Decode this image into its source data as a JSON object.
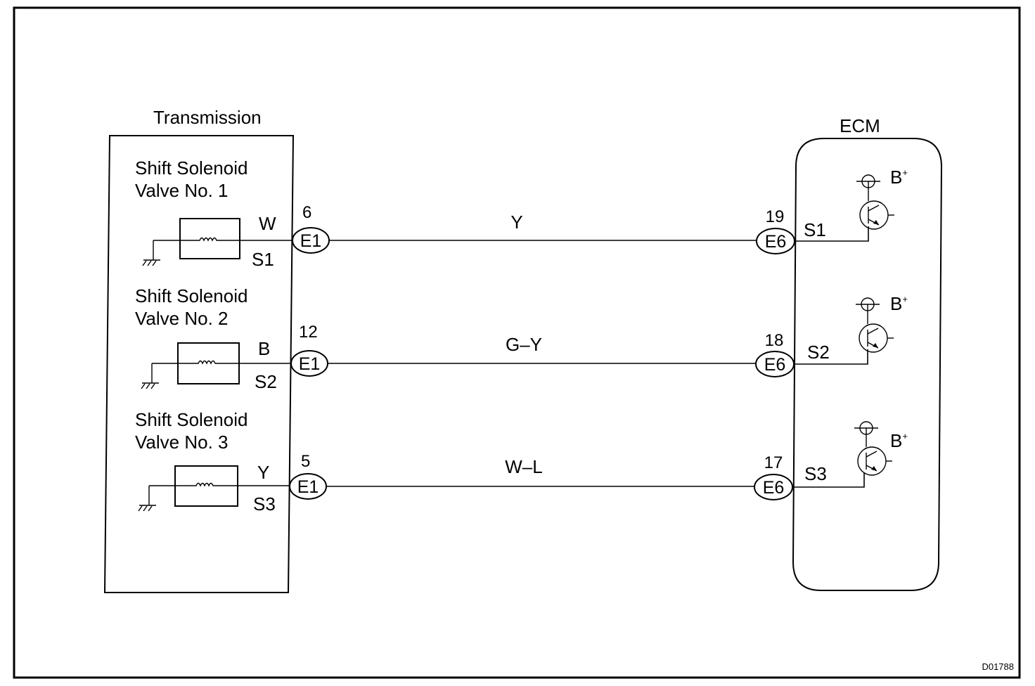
{
  "figure_id": "D01788",
  "transmission": {
    "title": "Transmission",
    "valves": [
      {
        "name_line1": "Shift  Solenoid",
        "name_line2": "Valve No. 1",
        "wire_color": "W",
        "signal": "S1",
        "pin": "6",
        "connector": "E1"
      },
      {
        "name_line1": "Shift  Solenoid",
        "name_line2": "Valve No. 2",
        "wire_color": "B",
        "signal": "S2",
        "pin": "12",
        "connector": "E1"
      },
      {
        "name_line1": "Shift Solenoid",
        "name_line2": "Valve No. 3",
        "wire_color": "Y",
        "signal": "S3",
        "pin": "5",
        "connector": "E1"
      }
    ]
  },
  "harness": {
    "wires": [
      {
        "color": "Y"
      },
      {
        "color": "G–Y"
      },
      {
        "color": "W–L"
      }
    ]
  },
  "ecm": {
    "title": "ECM",
    "power": "B",
    "power_sup": "+",
    "terminals": [
      {
        "pin": "19",
        "connector": "E6",
        "signal": "S1"
      },
      {
        "pin": "18",
        "connector": "E6",
        "signal": "S2"
      },
      {
        "pin": "17",
        "connector": "E6",
        "signal": "S3"
      }
    ]
  }
}
